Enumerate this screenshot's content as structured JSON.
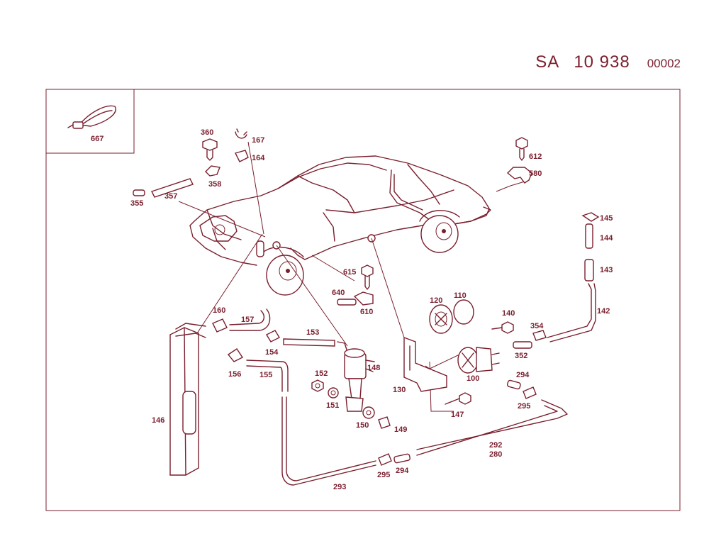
{
  "header": {
    "prefix": "SA",
    "number": "10 938",
    "sheet": "00002"
  },
  "inset_label": "667",
  "part_labels": {
    "p360": "360",
    "p167": "167",
    "p164": "164",
    "p612": "612",
    "p580": "580",
    "p358": "358",
    "p357": "357",
    "p355": "355",
    "p145": "145",
    "p144": "144",
    "p143": "143",
    "p142": "142",
    "p615": "615",
    "p640": "640",
    "p610": "610",
    "p160": "160",
    "p157": "157",
    "p153": "153",
    "p154": "154",
    "p156": "156",
    "p155": "155",
    "p152": "152",
    "p151": "151",
    "p148": "148",
    "p150": "150",
    "p149": "149",
    "p120": "120",
    "p110": "110",
    "p140": "140",
    "p354": "354",
    "p352": "352",
    "p100": "100",
    "p130": "130",
    "p147": "147",
    "p294a": "294",
    "p295a": "295",
    "p146": "146",
    "p292": "292",
    "p280": "280",
    "p295b": "295",
    "p294b": "294",
    "p293": "293"
  }
}
